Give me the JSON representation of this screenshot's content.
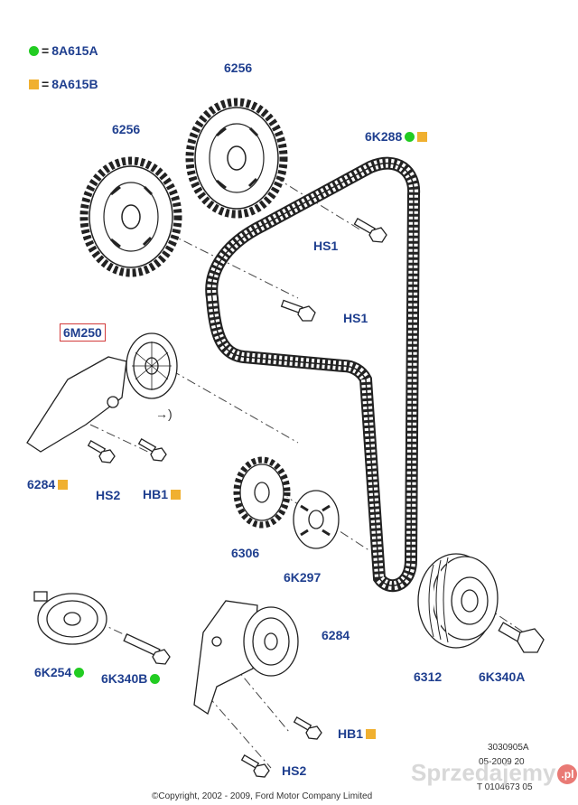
{
  "legend": {
    "green_code": "8A615A",
    "orange_code": "8A615B",
    "equals": "="
  },
  "colors": {
    "label_blue": "#1f3f8f",
    "green_marker": "#22cc22",
    "orange_marker": "#f0b030",
    "highlight_box": "#d23a3a"
  },
  "labels": {
    "camshaft_pulley_top": "6256",
    "camshaft_pulley_left": "6256",
    "timing_belt": "6K288",
    "bolt_hs1_upper": "HS1",
    "bolt_hs1_lower": "HS1",
    "tensioner_6m250": "6M250",
    "arrow_ref": "→)",
    "bracket_6284": "6284",
    "bolt_hs2_left": "HS2",
    "bolt_hb1_left": "HB1",
    "crank_sprocket": "6306",
    "crank_plate": "6K297",
    "idler_6k254": "6K254",
    "bolt_6k340b": "6K340B",
    "tensioner_6284": "6284",
    "damper_6312": "6312",
    "bolt_6k340a": "6K340A",
    "bolt_hb1_bottom": "HB1",
    "bolt_hs2_bottom": "HS2"
  },
  "footer": {
    "code": "3030905A",
    "date": "05-2009 20",
    "ref": "T 0104673 05",
    "copyright": "©Copyright, 2002 - 2009, Ford Motor Company Limited"
  },
  "watermark": {
    "text": "Sprzedajemy",
    "suffix": ".pl"
  }
}
